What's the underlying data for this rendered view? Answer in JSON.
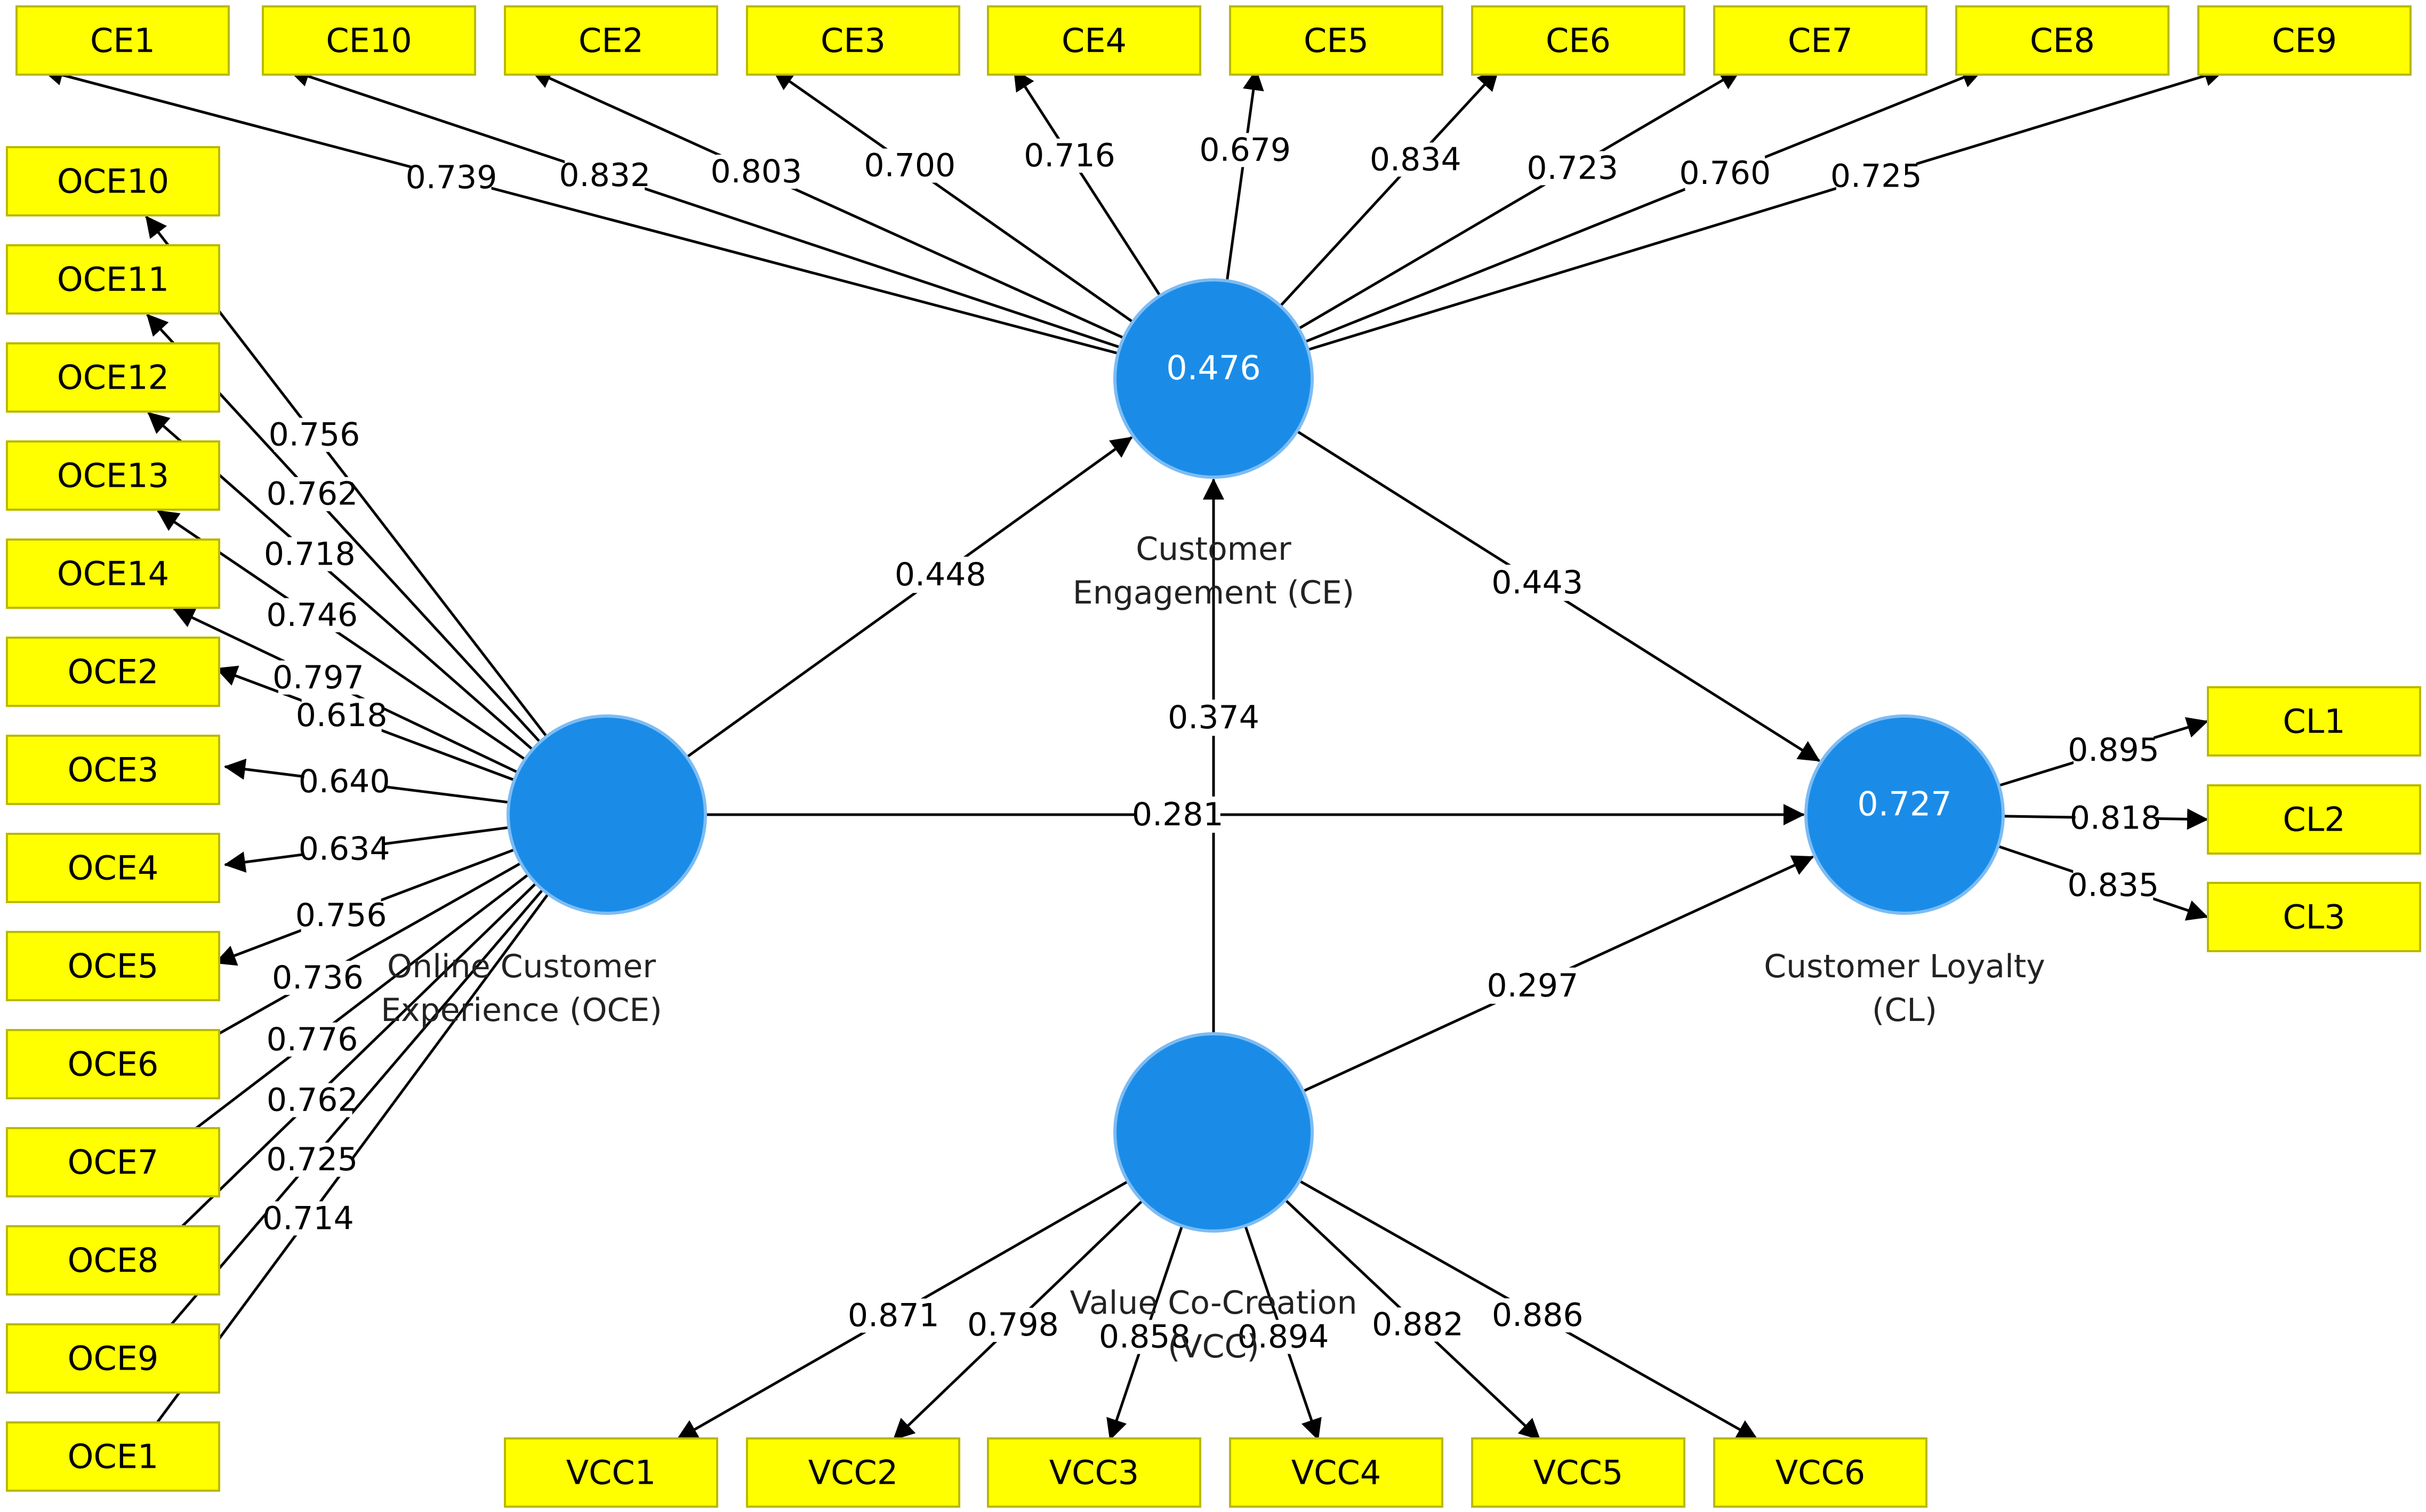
{
  "colors": {
    "indicator_fill": "#ffff00",
    "construct_fill": "#1a8ce8",
    "edge": "#000000",
    "r2_text": "#ffffff"
  },
  "constructs": [
    {
      "id": "OCE",
      "name_lines": [
        "Online Customer",
        "Experience (OCE)"
      ],
      "r2": ""
    },
    {
      "id": "CE",
      "name_lines": [
        "Customer",
        "Engagement (CE)"
      ],
      "r2": "0.476"
    },
    {
      "id": "CL",
      "name_lines": [
        "Customer Loyalty",
        "(CL)"
      ],
      "r2": "0.727"
    },
    {
      "id": "VCC",
      "name_lines": [
        "Value Co-Creation",
        "(VCC)"
      ],
      "r2": ""
    }
  ],
  "paths": [
    {
      "from": "OCE",
      "to": "CE",
      "coefficient": "0.448"
    },
    {
      "from": "CE",
      "to": "CL",
      "coefficient": "0.443"
    },
    {
      "from": "VCC",
      "to": "CE",
      "coefficient": "0.374"
    },
    {
      "from": "OCE",
      "to": "CL",
      "coefficient": "0.281"
    },
    {
      "from": "VCC",
      "to": "CL",
      "coefficient": "0.297"
    }
  ],
  "indicators": {
    "CE": [
      {
        "label": "CE1",
        "loading": "0.739"
      },
      {
        "label": "CE10",
        "loading": "0.832"
      },
      {
        "label": "CE2",
        "loading": "0.803"
      },
      {
        "label": "CE3",
        "loading": "0.700"
      },
      {
        "label": "CE4",
        "loading": "0.716"
      },
      {
        "label": "CE5",
        "loading": "0.679"
      },
      {
        "label": "CE6",
        "loading": "0.834"
      },
      {
        "label": "CE7",
        "loading": "0.723"
      },
      {
        "label": "CE8",
        "loading": "0.760"
      },
      {
        "label": "CE9",
        "loading": "0.725"
      }
    ],
    "OCE": [
      {
        "label": "OCE10",
        "loading": "0.756"
      },
      {
        "label": "OCE11",
        "loading": "0.762"
      },
      {
        "label": "OCE12",
        "loading": "0.718"
      },
      {
        "label": "OCE13",
        "loading": "0.746"
      },
      {
        "label": "OCE14",
        "loading": "0.797"
      },
      {
        "label": "OCE2",
        "loading": "0.618"
      },
      {
        "label": "OCE3",
        "loading": "0.640"
      },
      {
        "label": "OCE4",
        "loading": "0.634"
      },
      {
        "label": "OCE5",
        "loading": "0.756"
      },
      {
        "label": "OCE6",
        "loading": "0.736"
      },
      {
        "label": "OCE7",
        "loading": "0.776"
      },
      {
        "label": "OCE8",
        "loading": "0.762"
      },
      {
        "label": "OCE9",
        "loading": "0.725"
      },
      {
        "label": "OCE1",
        "loading": "0.714"
      }
    ],
    "CL": [
      {
        "label": "CL1",
        "loading": "0.895"
      },
      {
        "label": "CL2",
        "loading": "0.818"
      },
      {
        "label": "CL3",
        "loading": "0.835"
      }
    ],
    "VCC": [
      {
        "label": "VCC1",
        "loading": "0.871"
      },
      {
        "label": "VCC2",
        "loading": "0.798"
      },
      {
        "label": "VCC3",
        "loading": "0.858"
      },
      {
        "label": "VCC4",
        "loading": "0.894"
      },
      {
        "label": "VCC5",
        "loading": "0.882"
      },
      {
        "label": "VCC6",
        "loading": "0.886"
      }
    ]
  }
}
